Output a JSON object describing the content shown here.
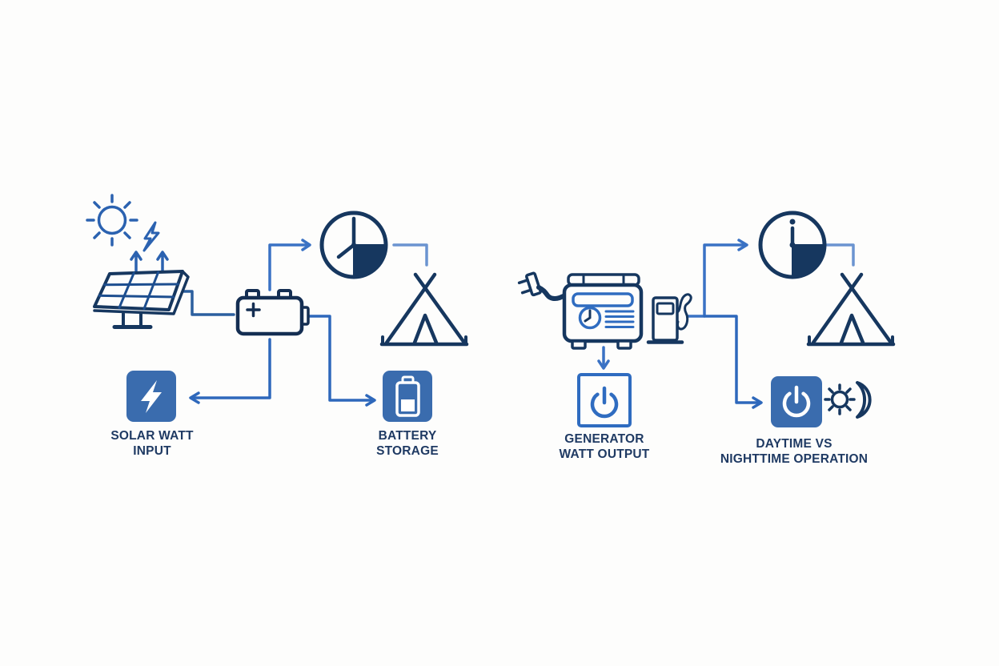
{
  "background_color": "#fdfdfc",
  "palette": {
    "navy": "#16375f",
    "badge_blue": "#3a6cae",
    "outline_blue": "#2f6cc0",
    "connector_blue": "#3a72c4",
    "connector_blue_dark": "#2e68bb",
    "connector_blue_light": "#6b94d0",
    "text_navy": "#1f3a63"
  },
  "left_diagram": {
    "icons": [
      {
        "name": "sun-icon"
      },
      {
        "name": "lightning-bolt-icon"
      },
      {
        "name": "up-arrows-icon"
      },
      {
        "name": "solar-panel-icon"
      },
      {
        "name": "battery-icon"
      },
      {
        "name": "clock-quarter-icon"
      },
      {
        "name": "tent-icon"
      },
      {
        "name": "solar-watt-input-badge-icon"
      },
      {
        "name": "battery-storage-badge-icon"
      }
    ],
    "labels": {
      "solar_watt_input": {
        "line1": "SOLAR WATT",
        "line2": "INPUT"
      },
      "battery_storage": {
        "line1": "BATTERY",
        "line2": "STORAGE"
      }
    }
  },
  "right_diagram": {
    "icons": [
      {
        "name": "generator-icon"
      },
      {
        "name": "fuel-pump-icon"
      },
      {
        "name": "clock-quarter-icon"
      },
      {
        "name": "tent-icon"
      },
      {
        "name": "power-button-outline-badge-icon"
      },
      {
        "name": "power-button-filled-badge-icon"
      },
      {
        "name": "sun-and-moon-icon"
      }
    ],
    "labels": {
      "generator_watt_output": {
        "line1": "GENERATOR",
        "line2": "WATT OUTPUT"
      },
      "daytime_vs_nighttime": {
        "line1": "DAYTIME VS",
        "line2": "NIGHTTIME OPERATION"
      }
    }
  }
}
